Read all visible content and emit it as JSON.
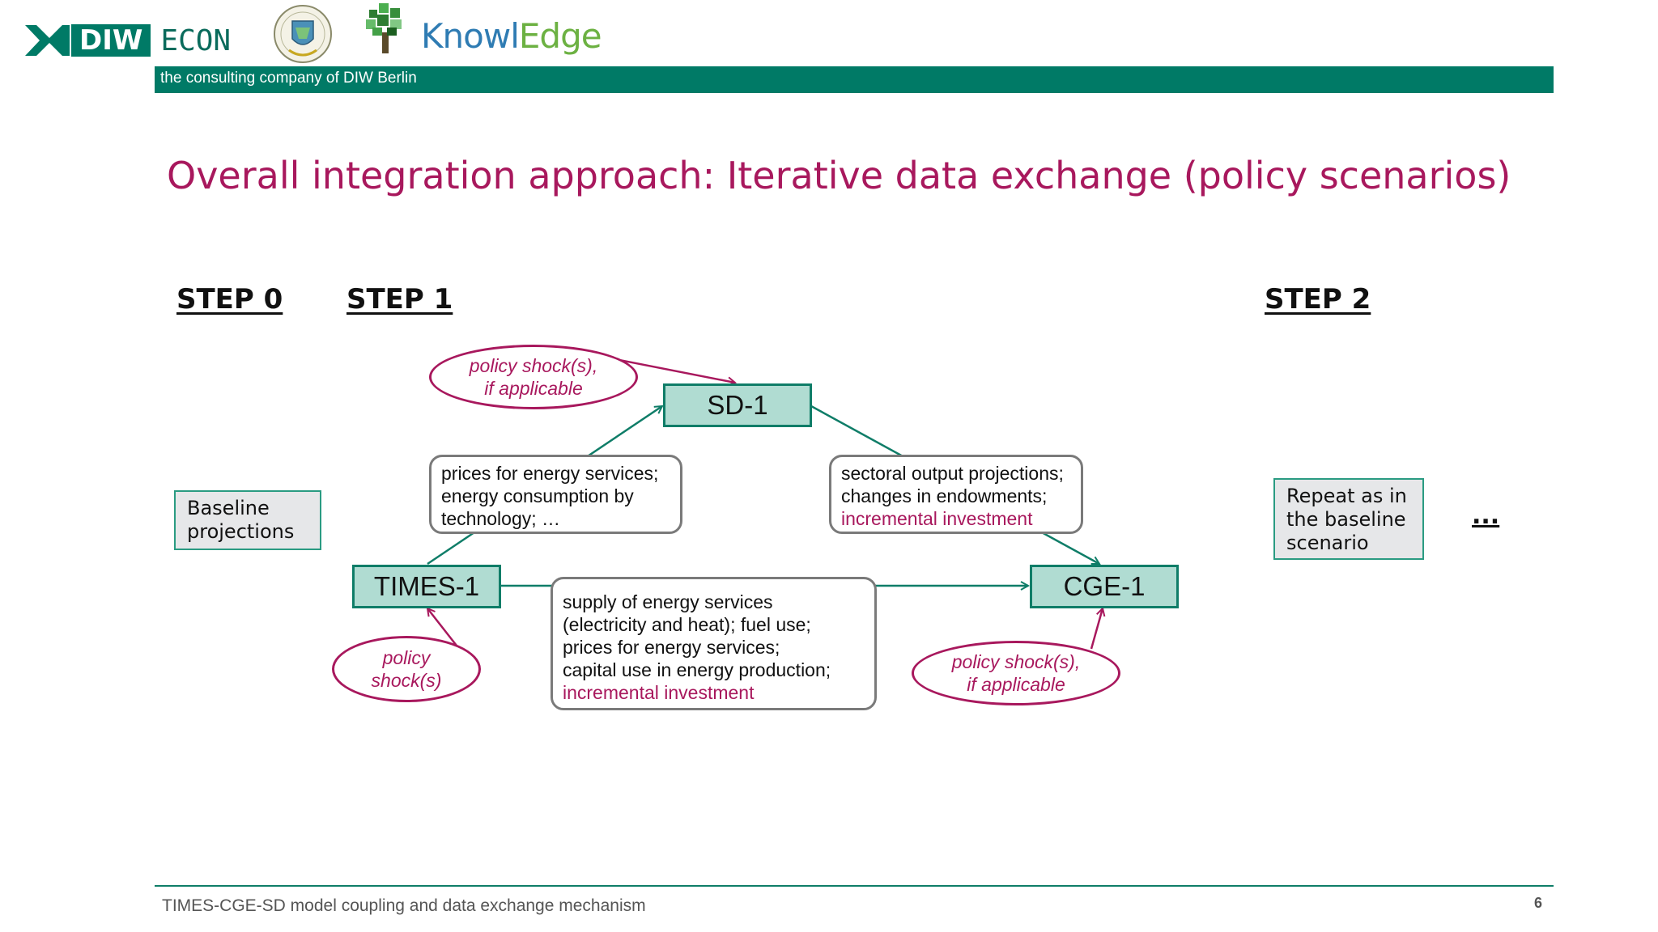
{
  "header": {
    "diw_badge": "DIW",
    "diw_econ": "ECON",
    "knowledge_part1": "Knowl",
    "knowledge_part2": "Edge",
    "tagline": "the consulting company of DIW Berlin"
  },
  "title": "Overall integration approach: Iterative data exchange (policy scenarios)",
  "steps": {
    "step0": "STEP 0",
    "step1": "STEP 1",
    "step2": "STEP 2"
  },
  "baseline_box": {
    "line1": "Baseline",
    "line2": "projections"
  },
  "repeat_box": {
    "line1": "Repeat as in",
    "line2": "the baseline",
    "line3": "scenario"
  },
  "ellipsis": "...",
  "models": {
    "sd": "SD-1",
    "times": "TIMES-1",
    "cge": "CGE-1"
  },
  "shocks": {
    "sd": {
      "line1": "policy shock(s),",
      "line2": "if applicable"
    },
    "times": {
      "line1": "policy",
      "line2": "shock(s)"
    },
    "cge": {
      "line1": "policy shock(s),",
      "line2": "if applicable"
    }
  },
  "info": {
    "times_to_sd": {
      "line1": "prices for energy services;",
      "line2": "energy consumption by",
      "line3": "technology; …"
    },
    "sd_to_cge": {
      "line1": "sectoral output projections;",
      "line2": "changes in endowments;",
      "line3": "incremental investment"
    },
    "times_to_cge": {
      "line1": "supply of energy services",
      "line2": "(electricity and heat); fuel use;",
      "line3": "prices for energy services;",
      "line4": "capital use in energy production;",
      "line5": "incremental investment"
    }
  },
  "footer": {
    "text": "TIMES-CGE-SD model coupling and data exchange mechanism",
    "page": "6"
  },
  "colors": {
    "brand_green": "#007a66",
    "title_magenta": "#a8185d",
    "model_fill": "#b0dcd2"
  }
}
